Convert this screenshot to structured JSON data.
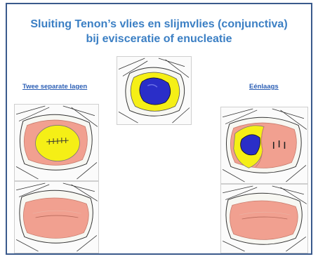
{
  "title": {
    "line1": "Sluiting Tenon’s vlies en slijmvlies (conjunctiva)",
    "line2": "bij evisceratie of enucleatie"
  },
  "left_label": "Twee separate lagen",
  "right_label": "Eénlaags",
  "colors": {
    "title": "#3b7fc4",
    "label": "#2c5fb5",
    "border": "#3a5a8c",
    "conjunctiva": "#f1a090",
    "tenon_yellow": "#f5ef16",
    "implant_blue": "#2a2ec8"
  }
}
